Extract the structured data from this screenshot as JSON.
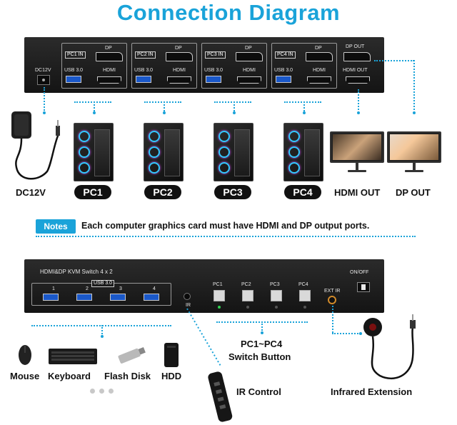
{
  "title": "Connection Diagram",
  "back_panel": {
    "dc_label": "DC12V",
    "pc_groups": [
      {
        "in_label": "PC1 IN",
        "dp": "DP",
        "usb": "USB 3.0",
        "hdmi": "HDMI"
      },
      {
        "in_label": "PC2 IN",
        "dp": "DP",
        "usb": "USB 3.0",
        "hdmi": "HDMI"
      },
      {
        "in_label": "PC3 IN",
        "dp": "DP",
        "usb": "USB 3.0",
        "hdmi": "HDMI"
      },
      {
        "in_label": "PC4 IN",
        "dp": "DP",
        "usb": "USB 3.0",
        "hdmi": "HDMI"
      }
    ],
    "dp_out": "DP OUT",
    "hdmi_out": "HDMI OUT"
  },
  "devices": {
    "dc": "DC12V",
    "pcs": [
      "PC1",
      "PC2",
      "PC3",
      "PC4"
    ],
    "hdmi_out": "HDMI OUT",
    "dp_out": "DP OUT"
  },
  "notes": {
    "badge": "Notes",
    "text": "Each computer graphics card must have HDMI and DP output ports."
  },
  "front_panel": {
    "title": "HDMI&DP KVM Switch 4 x 2",
    "usb_label": "USB 3.0",
    "usb_numbers": [
      "1",
      "2",
      "3",
      "4"
    ],
    "ir_label": "IR",
    "pc_buttons": [
      "PC1",
      "PC2",
      "PC3",
      "PC4"
    ],
    "ext_ir": "EXT IR",
    "on_off": "ON/OFF"
  },
  "peripherals": [
    "Mouse",
    "Keyboard",
    "Flash Disk",
    "HDD"
  ],
  "switch_button_label": [
    "PC1~PC4",
    "Switch Button"
  ],
  "ir_control": "IR Control",
  "infrared_extension": "Infrared Extension",
  "colors": {
    "accent": "#1aa3d9",
    "panel": "#1f1f1f",
    "usb_blue": "#1a58c9"
  }
}
